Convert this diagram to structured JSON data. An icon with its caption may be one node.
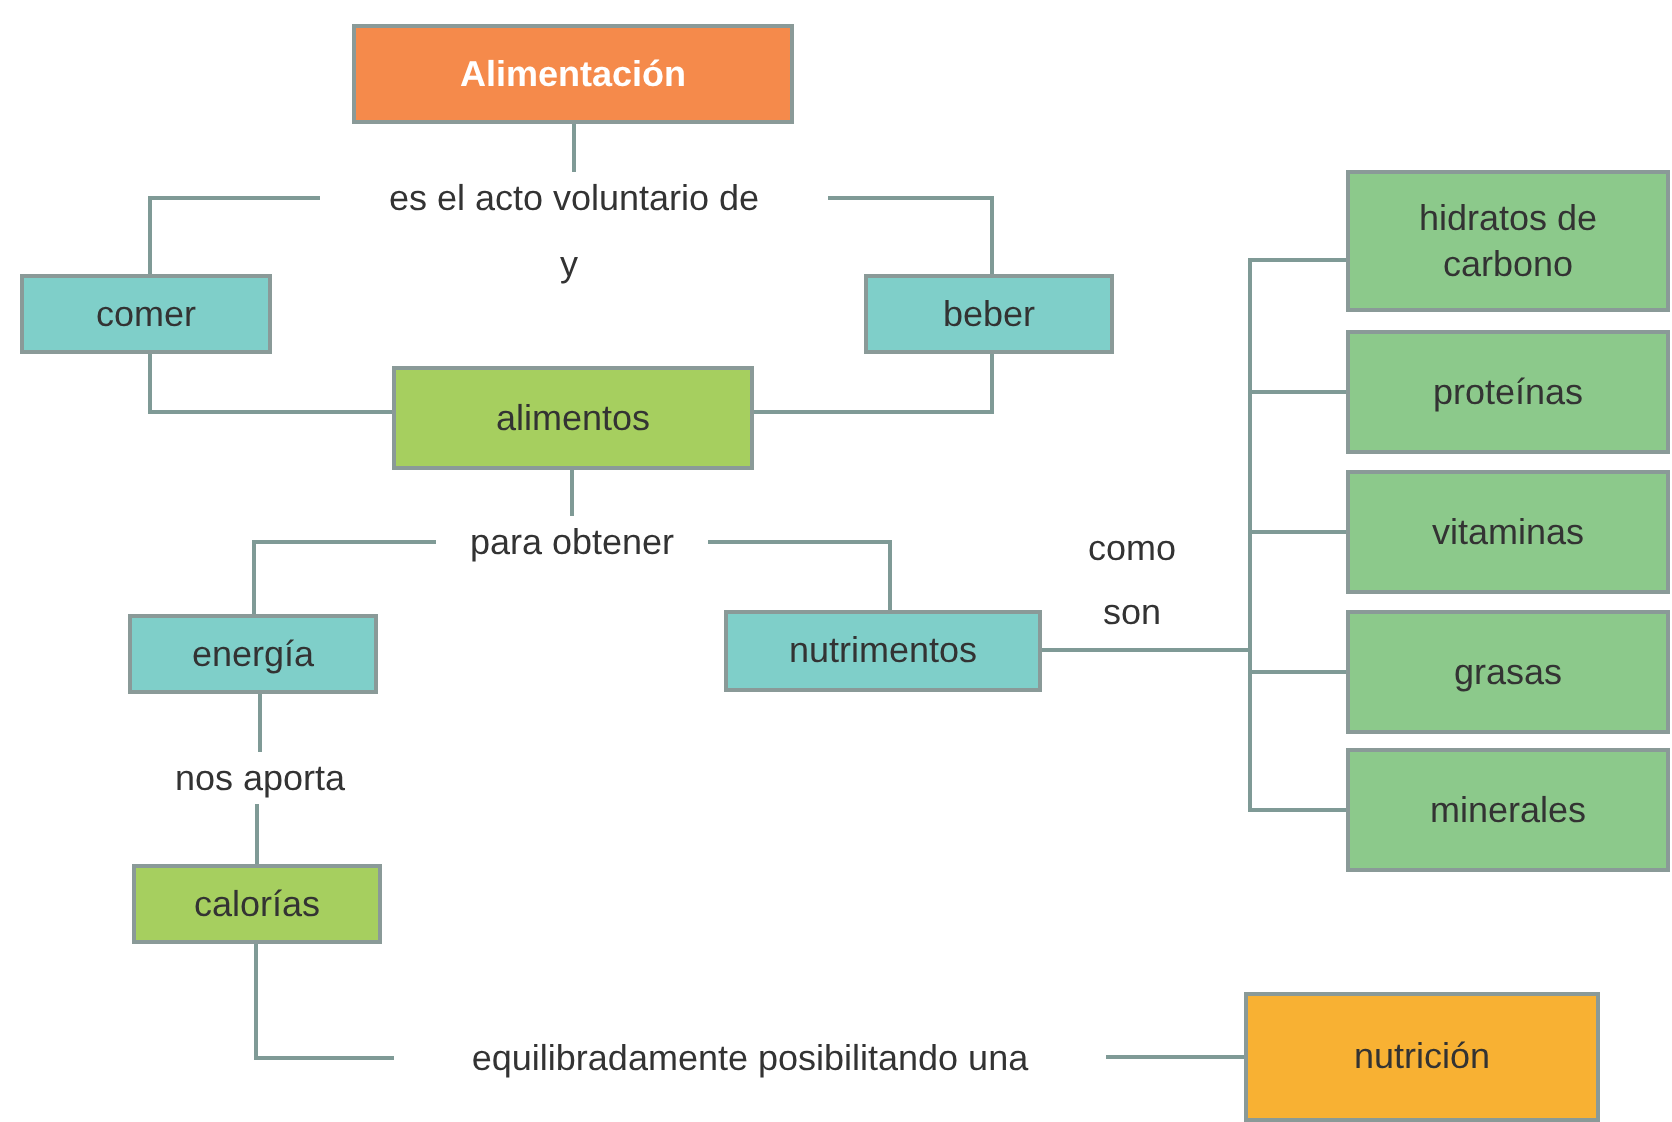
{
  "diagram": {
    "nodes": [
      {
        "text": [
          "Alimentación"
        ]
      },
      {
        "text": [
          "es el acto voluntario de"
        ]
      },
      {
        "text": [
          "comer"
        ]
      },
      {
        "text": [
          "beber"
        ]
      },
      {
        "text": [
          "alimentos"
        ]
      },
      {
        "text": [
          "para obtener"
        ]
      },
      {
        "text": [
          "energía"
        ]
      },
      {
        "text": [
          "nutrimentos"
        ]
      },
      {
        "text": [
          "hidratos de carbono"
        ]
      },
      {
        "text": [
          "proteínas"
        ]
      },
      {
        "text": [
          "vitaminas"
        ]
      },
      {
        "text": [
          "grasas"
        ]
      },
      {
        "text": [
          "minerales"
        ]
      },
      {
        "text": [
          "nos aporta"
        ]
      },
      {
        "text": [
          "calorías"
        ]
      },
      {
        "text": [
          "equilibradamente posibilitando una"
        ]
      },
      {
        "text": [
          "nutrición"
        ]
      }
    ],
    "edges": [
      {
        "from": 0,
        "to": 1,
        "arrow": "none"
      },
      {
        "from": 1,
        "to": 2,
        "arrow": "none"
      },
      {
        "from": 1,
        "to": 3,
        "arrow": "none"
      },
      {
        "from": 2,
        "to": 4,
        "arrow": "none"
      },
      {
        "from": 3,
        "to": 4,
        "arrow": "none"
      },
      {
        "from": 4,
        "to": 5,
        "arrow": "none"
      },
      {
        "from": 5,
        "to": 6,
        "arrow": "none"
      },
      {
        "from": 5,
        "to": 7,
        "arrow": "none"
      },
      {
        "from": 7,
        "to": 8,
        "arrow": "none"
      },
      {
        "from": 7,
        "to": 9,
        "arrow": "none"
      },
      {
        "from": 7,
        "to": 10,
        "arrow": "none",
        "label": "como son"
      },
      {
        "from": 7,
        "to": 11,
        "arrow": "none"
      },
      {
        "from": 7,
        "to": 12,
        "arrow": "none"
      },
      {
        "from": 6,
        "to": 13,
        "arrow": "none"
      },
      {
        "from": 13,
        "to": 14,
        "arrow": "none"
      },
      {
        "from": 14,
        "to": 15,
        "arrow": "none"
      },
      {
        "from": 15,
        "to": 16,
        "arrow": "none"
      }
    ],
    "labels": [
      "y"
    ]
  }
}
